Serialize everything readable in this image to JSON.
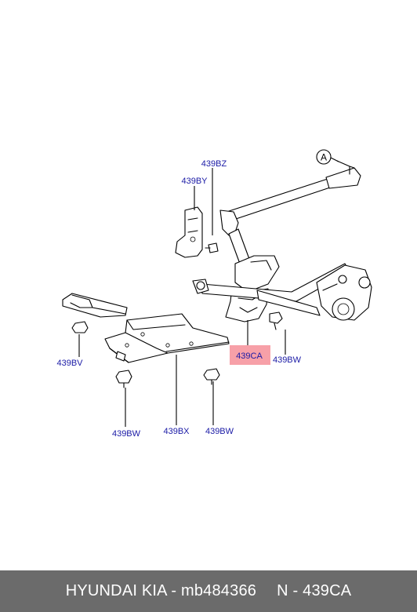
{
  "diagram": {
    "callout_circle": "A",
    "labels": {
      "bz": "439BZ",
      "by": "439BY",
      "bv": "439BV",
      "ca": "439CA",
      "bw_right": "439BW",
      "bw_left": "439BW",
      "bx": "439BX",
      "bw_mid": "439BW"
    },
    "highlight_color": "#f7a0a8",
    "label_color": "#1a1aa6"
  },
  "footer": {
    "brand_part": "HYUNDAI KIA - mb484366",
    "code": "N - 439CA",
    "background": "#6b6b6b"
  }
}
